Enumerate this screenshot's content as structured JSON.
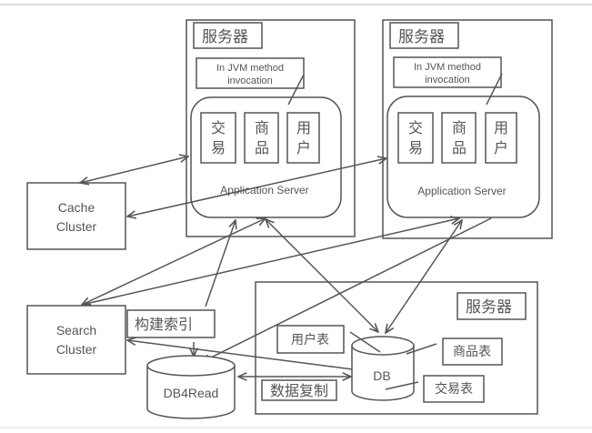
{
  "diagram": {
    "colors": {
      "line": "#555555",
      "text": "#555555",
      "background": "#ffffff",
      "frame": "#bbbbbb"
    },
    "servers": [
      {
        "title": "服务器",
        "note": [
          "In JVM method",
          "invocation"
        ],
        "modules": [
          [
            "交",
            "易"
          ],
          [
            "商",
            "品"
          ],
          [
            "用",
            "户"
          ]
        ],
        "app_label": "Application Server"
      },
      {
        "title": "服务器",
        "note": [
          "In JVM method",
          "invocation"
        ],
        "modules": [
          [
            "交",
            "易"
          ],
          [
            "商",
            "品"
          ],
          [
            "用",
            "户"
          ]
        ],
        "app_label": "Application Server"
      }
    ],
    "cache_cluster": [
      "Cache",
      "Cluster"
    ],
    "search_cluster": [
      "Search",
      "Cluster"
    ],
    "build_index_label": "构建索引",
    "db4read_label": "DB4Read",
    "db_server": {
      "title": "服务器",
      "db_label": "DB",
      "replication_label": "数据复制",
      "tables": {
        "user": "用户表",
        "product": "商品表",
        "trade": "交易表"
      }
    }
  }
}
